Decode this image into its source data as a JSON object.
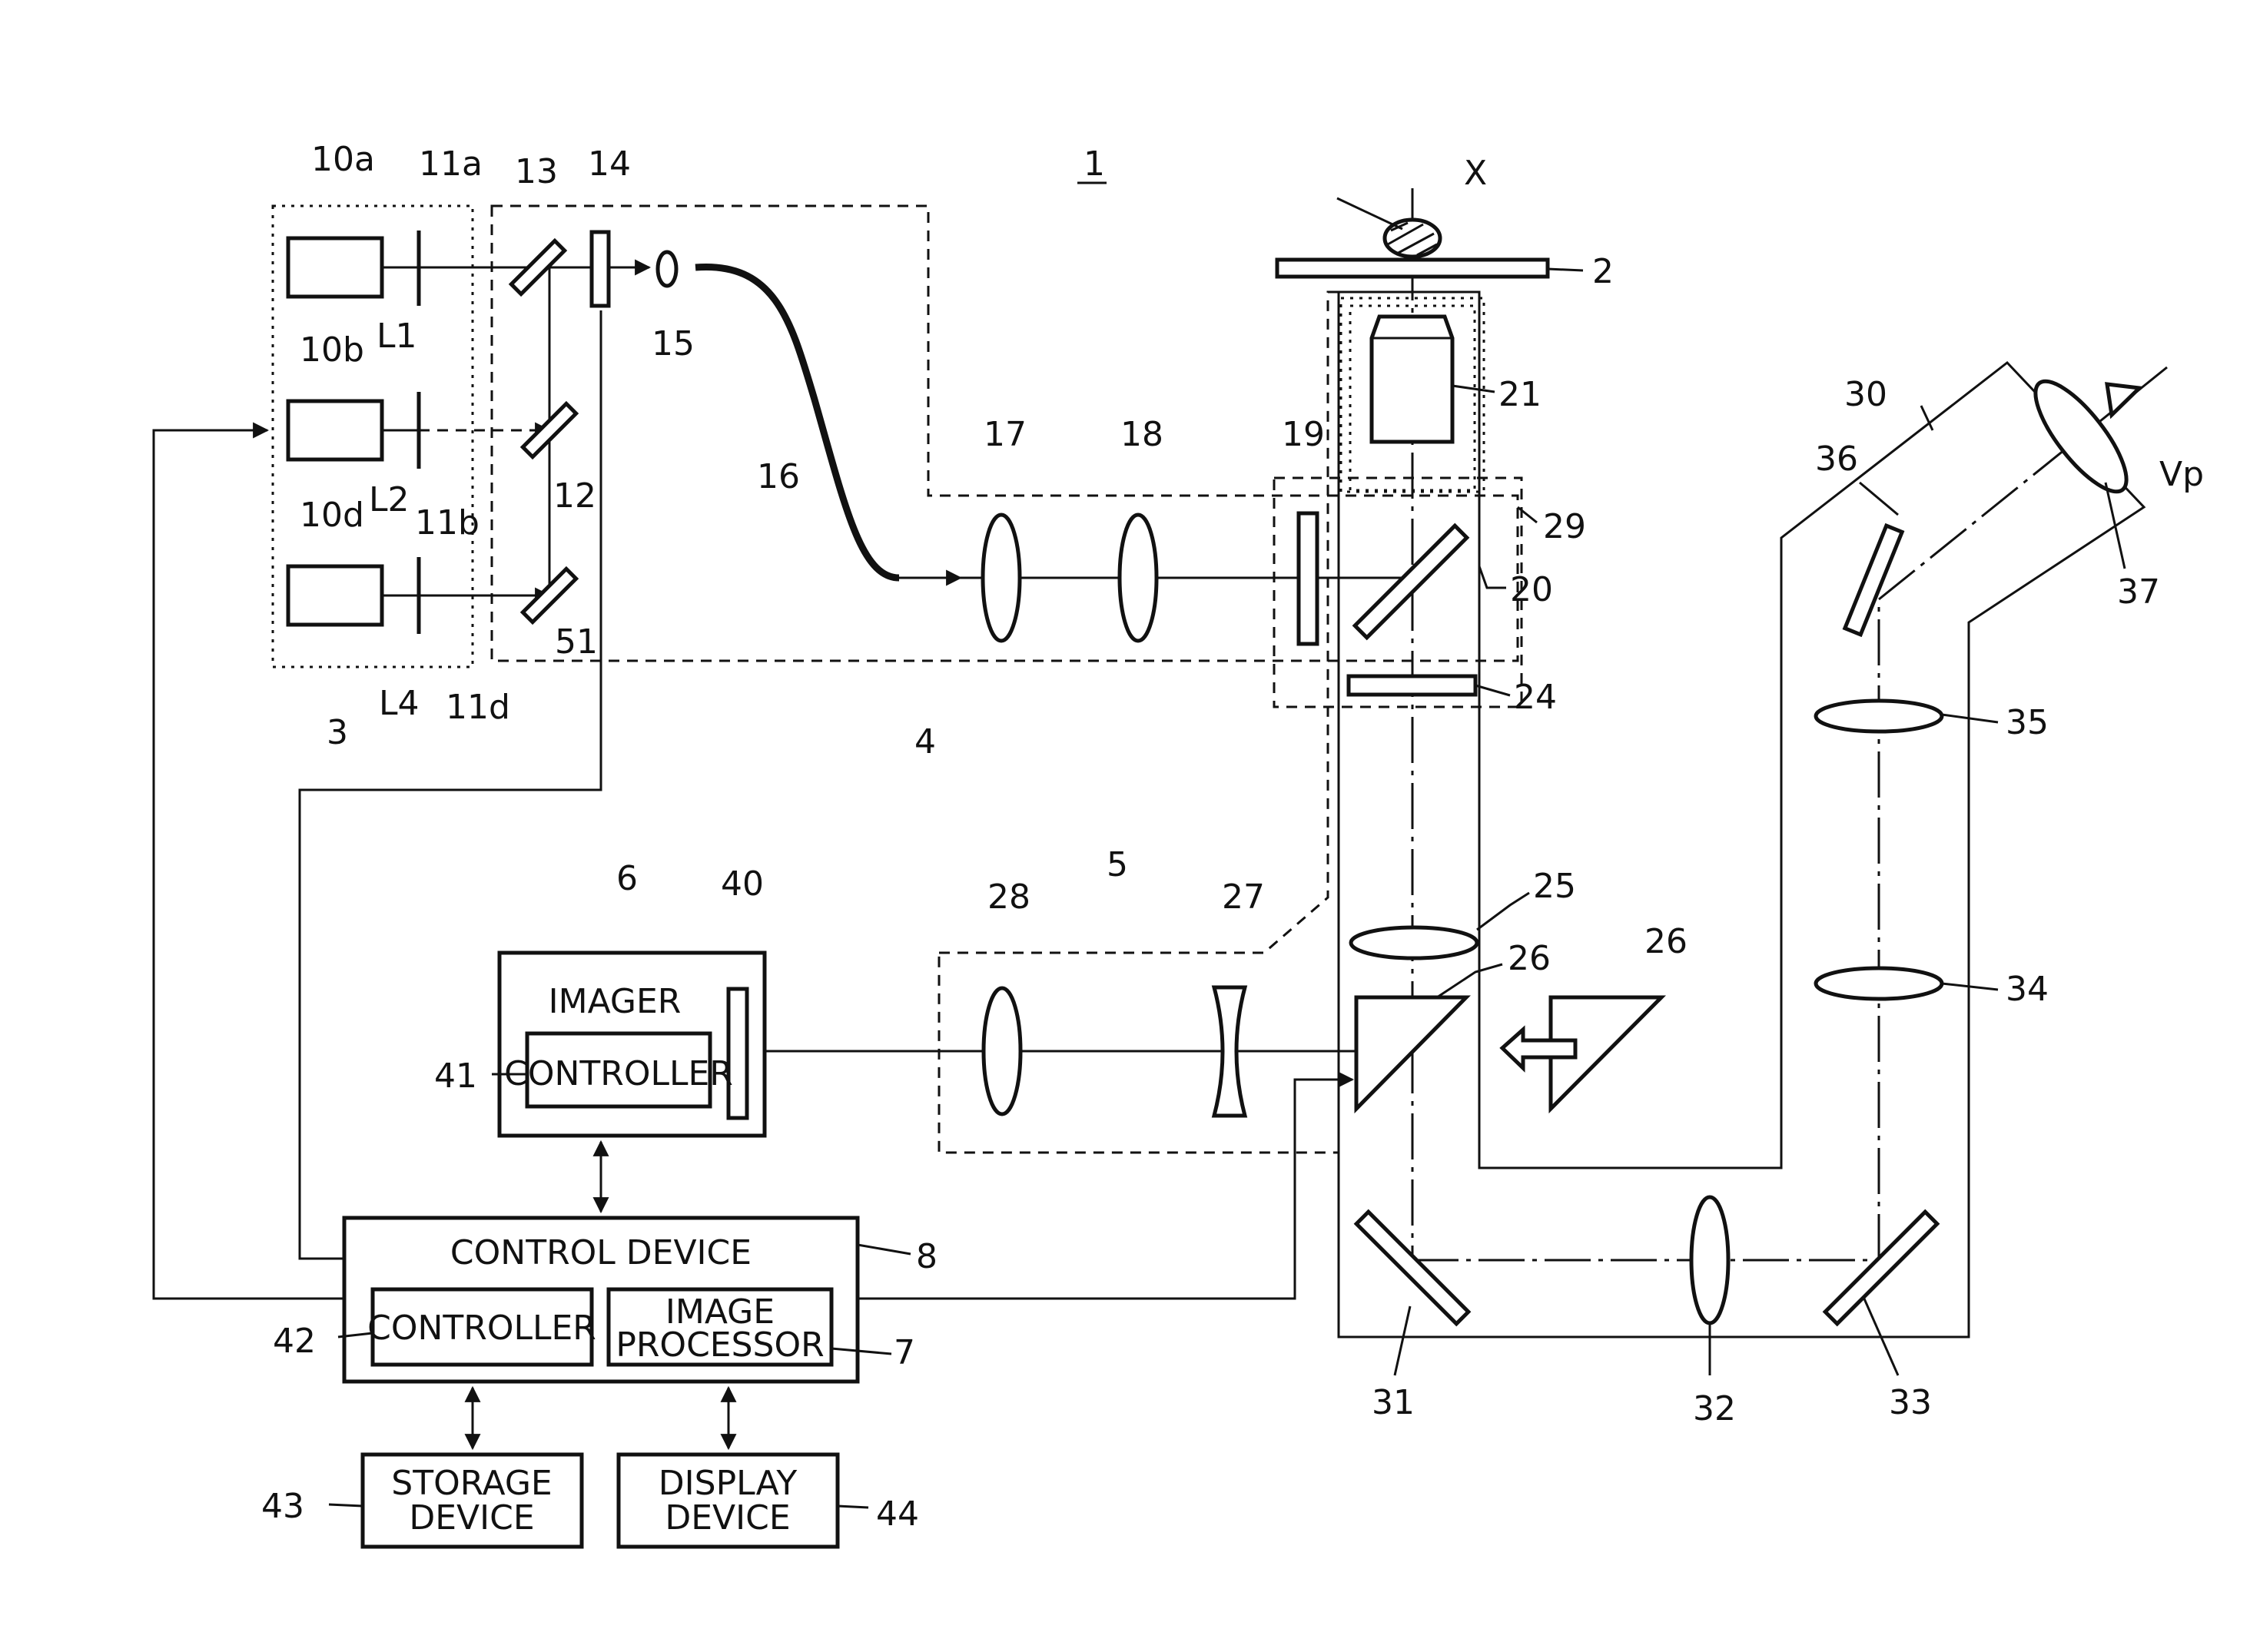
{
  "labels": {
    "fig": "1",
    "sample": "X",
    "stage": "2",
    "box_light": "3",
    "box_illum": "4",
    "box_relay": "5",
    "imager_num": "6",
    "image_proc_num": "7",
    "control_device_num": "8",
    "src_a": "10a",
    "src_b": "10b",
    "src_d": "10d",
    "shutter_a": "11a",
    "shutter_b": "11b",
    "shutter_d": "11d",
    "L1": "L1",
    "L2": "L2",
    "L4": "L4",
    "m12": "12",
    "m13": "13",
    "f14": "14",
    "lens15": "15",
    "fiber16": "16",
    "lens17": "17",
    "lens18": "18",
    "f19": "19",
    "dm20": "20",
    "objective21": "21",
    "f24": "24",
    "lens25": "25",
    "prism26a": "26",
    "prism26b": "26",
    "lens27": "27",
    "lens28": "28",
    "box29": "29",
    "eyepiece30": "30",
    "m31": "31",
    "lens32": "32",
    "m33": "33",
    "lens34": "34",
    "lens35": "35",
    "m36": "36",
    "lens37": "37",
    "sensor40": "40",
    "ctrl41": "41",
    "ctrl42": "42",
    "storage43": "43",
    "display44": "44",
    "m51": "51",
    "vp": "Vp"
  },
  "boxes": {
    "imager_title": "IMAGER",
    "imager_controller": "CONTROLLER",
    "control_device_title": "CONTROL DEVICE",
    "controller": "CONTROLLER",
    "image_processor_l1": "IMAGE",
    "image_processor_l2": "PROCESSOR",
    "storage_l1": "STORAGE",
    "storage_l2": "DEVICE",
    "display_l1": "DISPLAY",
    "display_l2": "DEVICE"
  }
}
